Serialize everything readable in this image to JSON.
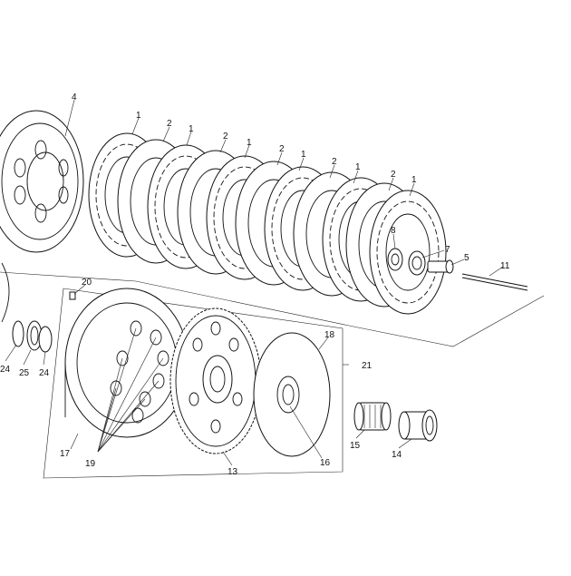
{
  "diagram": {
    "labels": {
      "p1": "1",
      "p2": "2",
      "p4": "4",
      "p5": "5",
      "p7": "7",
      "p8": "8",
      "p11": "11",
      "p13": "13",
      "p14": "14",
      "p15": "15",
      "p16": "16",
      "p17": "17",
      "p18": "18",
      "p19": "19",
      "p20": "20",
      "p21": "21",
      "p24": "24",
      "p25": "25"
    }
  }
}
